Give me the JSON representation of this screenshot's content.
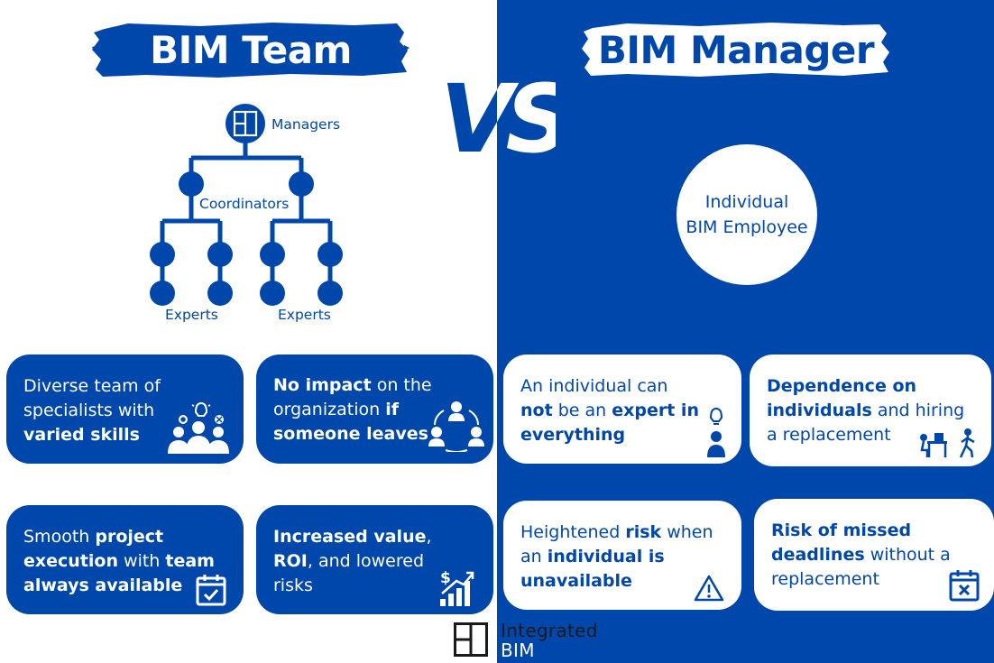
{
  "colors": {
    "brand_blue": "#0047AB",
    "white": "#ffffff"
  },
  "left_title": "BIM Team",
  "right_title": "BIM Manager",
  "vs_text": "VS",
  "org_chart": {
    "managers": "Managers",
    "coordinators": "Coordinators",
    "experts_left": "Experts",
    "experts_right": "Experts"
  },
  "individual": {
    "line1": "Individual",
    "line2": "BIM Employee"
  },
  "cards": {
    "diverse": {
      "p1": "Diverse team of specialists with ",
      "p2": "varied skills",
      "icon": "team-ideas-icon"
    },
    "noimpact": {
      "p1": "No impact",
      "p2": " on the organization ",
      "p3": "if someone leaves",
      "icon": "people-cycle-icon"
    },
    "smooth": {
      "p1": "Smooth ",
      "p2": "project execution",
      "p3": " with ",
      "p4": "team always available",
      "icon": "calendar-check-icon"
    },
    "value": {
      "p1": "Increased value",
      "p2": ", ",
      "p3": "ROI",
      "p4": ", and lowered risks",
      "icon": "growth-chart-icon"
    },
    "notexpert": {
      "p1": "An individual can ",
      "p2": "not",
      "p3": " be an ",
      "p4": "expert in everything",
      "icon": "person-idea-icon"
    },
    "depend": {
      "p1": "Dependence on individuals",
      "p2": " and hiring a replacement",
      "icon": "desk-leaving-icon"
    },
    "risk": {
      "p1": "Heightened ",
      "p2": "risk",
      "p3": " when an ",
      "p4": "individual is unavailable",
      "icon": "warning-icon"
    },
    "deadline": {
      "p1": "Risk of missed deadlines",
      "p2": " without a replacement",
      "icon": "calendar-x-icon"
    }
  },
  "logo": {
    "line1": "Integrated",
    "line2": "BIM"
  }
}
